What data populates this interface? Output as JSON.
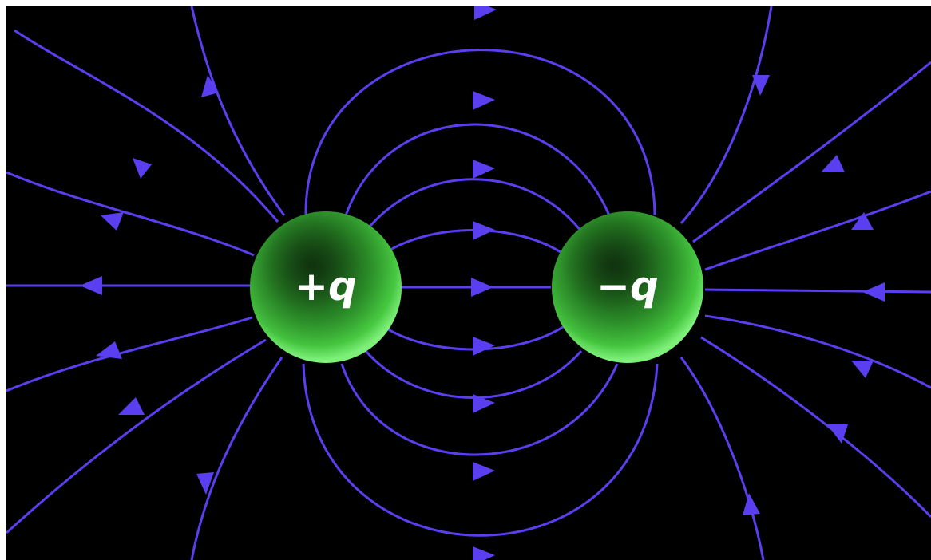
{
  "diagram": {
    "field_line_color": "#5a3ff0",
    "background_color": "#000000",
    "charge_color": "#3fbf3a",
    "charges": [
      {
        "label": "+q",
        "sign": "positive"
      },
      {
        "label": "−q",
        "sign": "negative"
      }
    ]
  }
}
